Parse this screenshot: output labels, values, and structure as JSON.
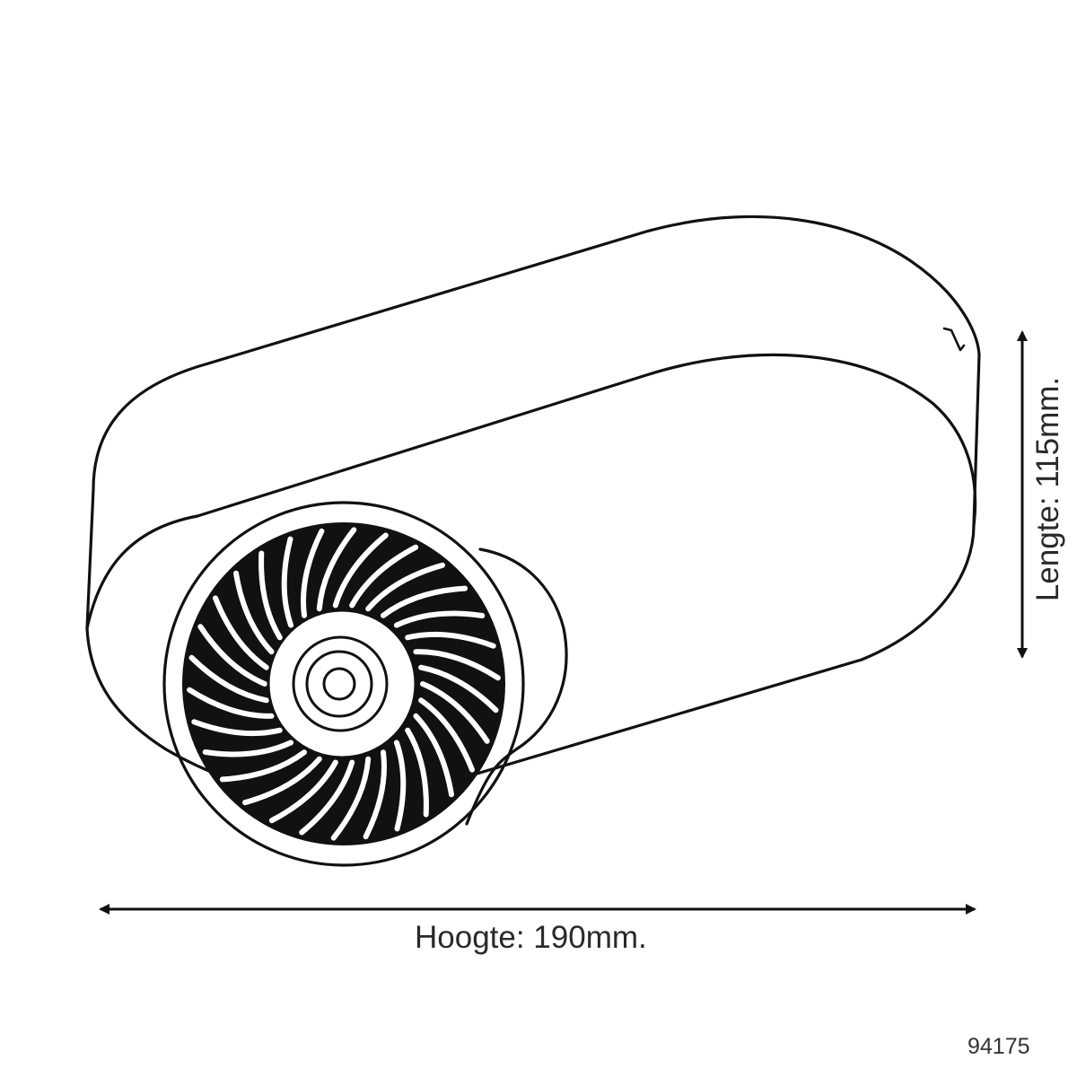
{
  "dimensions": {
    "height_label": "Hoogte: 190mm.",
    "length_label": "Lengte: 115mm."
  },
  "product_code": "94175",
  "icons": {
    "fixture": "ceiling-spotlight-icon",
    "fan_grille": "turbine-grille-icon"
  },
  "colors": {
    "stroke": "#111111",
    "background": "#ffffff",
    "text": "#2a2a2a"
  }
}
